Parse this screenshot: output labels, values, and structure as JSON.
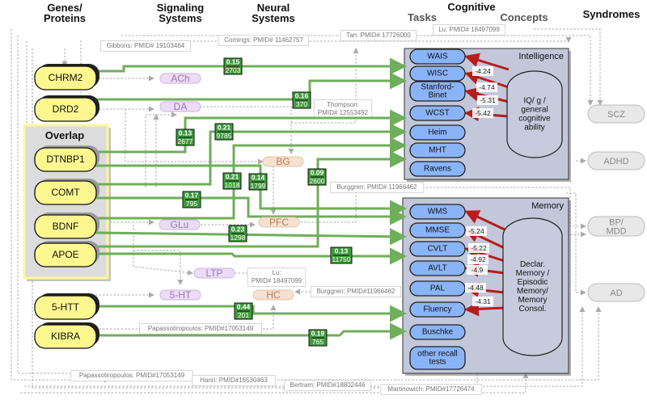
{
  "headers": {
    "genes": [
      "Genes/",
      "Proteins"
    ],
    "signaling": [
      "Signaling",
      "Systems"
    ],
    "neural": [
      "Neural",
      "Systems"
    ],
    "cognitive": "Cognitive",
    "tasks": "Tasks",
    "concepts": "Concepts",
    "syndromes": "Syndromes"
  },
  "overlap_label": "Overlap",
  "genes": [
    "CHRM2",
    "DRD2",
    "DTNBP1",
    "COMT",
    "BDNF",
    "APOE",
    "5-HTT",
    "KIBRA"
  ],
  "signaling_systems": [
    "ACh",
    "DA",
    "GLu",
    "LTP",
    "5-HT"
  ],
  "neural_systems": [
    "BG",
    "PFC",
    "HC"
  ],
  "task_groups": [
    {
      "name": "Intelligence",
      "tasks": [
        [
          "WAIS"
        ],
        [
          "WISC"
        ],
        [
          "Stanford-",
          "Binet"
        ],
        [
          "WCST"
        ],
        [
          "Heim"
        ],
        [
          "MHT"
        ],
        [
          "Ravens"
        ]
      ],
      "concept": [
        "IQ/ g /",
        "general",
        "cognitive",
        "ability"
      ],
      "effects": [
        "-4.24",
        "-4.74",
        "-5.31",
        "-5.42"
      ]
    },
    {
      "name": "Memory",
      "tasks": [
        [
          "WMS"
        ],
        [
          "MMSE"
        ],
        [
          "CVLT"
        ],
        [
          "AVLT"
        ],
        [
          "PAL"
        ],
        [
          "Fluency"
        ],
        [
          "Buschke"
        ],
        [
          "other recall",
          "tests"
        ]
      ],
      "concept": [
        "Declar.",
        "Memory /",
        "Episodic",
        "Memory/",
        "Memory",
        "Consol."
      ],
      "effects": [
        "-5.24",
        "-5.22",
        "-4.92",
        "-4.9",
        "-4.48",
        "-4.31"
      ]
    }
  ],
  "associations": [
    {
      "r": "0.15",
      "n": "2703"
    },
    {
      "r": "0.16",
      "n": "370"
    },
    {
      "r": "0.13",
      "n": "2677"
    },
    {
      "r": "0.21",
      "n": "9785"
    },
    {
      "r": "0.21",
      "n": "1018"
    },
    {
      "r": "0.14",
      "n": "1799"
    },
    {
      "r": "0.09",
      "n": "2600"
    },
    {
      "r": "0.17",
      "n": "795"
    },
    {
      "r": "0.23",
      "n": "1298"
    },
    {
      "r": "0.13",
      "n": "11750"
    },
    {
      "r": "0.44",
      "n": "201"
    },
    {
      "r": "0.19",
      "n": "765"
    }
  ],
  "references": [
    [
      "Gibbons: PMID# 19103464"
    ],
    [
      "Comings: PMID# 11462757"
    ],
    [
      "Tan: PMID# 17726000"
    ],
    [
      "Lu: PMID# 18497099"
    ],
    [
      "Thompson:",
      "PMID# 12553492"
    ],
    [
      "Burggren: PMID# 11966462"
    ],
    [
      "Lu:",
      "PMID# 18497099"
    ],
    [
      "Burggren: PMID#11966462"
    ],
    [
      "Papassotiropoulos: PMID#17053149"
    ],
    [
      "Papassotiropoulos: PMID#17053149"
    ],
    [
      "Hariri: PMID#16530463"
    ],
    [
      "Bertram: PMID#18802446"
    ],
    [
      "Martinowich: PMID#17726474"
    ]
  ],
  "syndromes": [
    [
      "SCZ"
    ],
    [
      "ADHD"
    ],
    [
      "BP/",
      "MDD"
    ],
    [
      "AD"
    ]
  ],
  "colors": {
    "gene_fill": "#fdf78f",
    "signaling_fill": "#ecdcf6",
    "neural_fill": "#f6e0cf",
    "task_fill": "#8ab4f8",
    "group_box": "#c2c8da",
    "association_line": "#6fae5a",
    "association_box": "#3f9a3c",
    "effect_arrow": "#b81c1c",
    "syndrome_fill": "#e8e8e8"
  }
}
